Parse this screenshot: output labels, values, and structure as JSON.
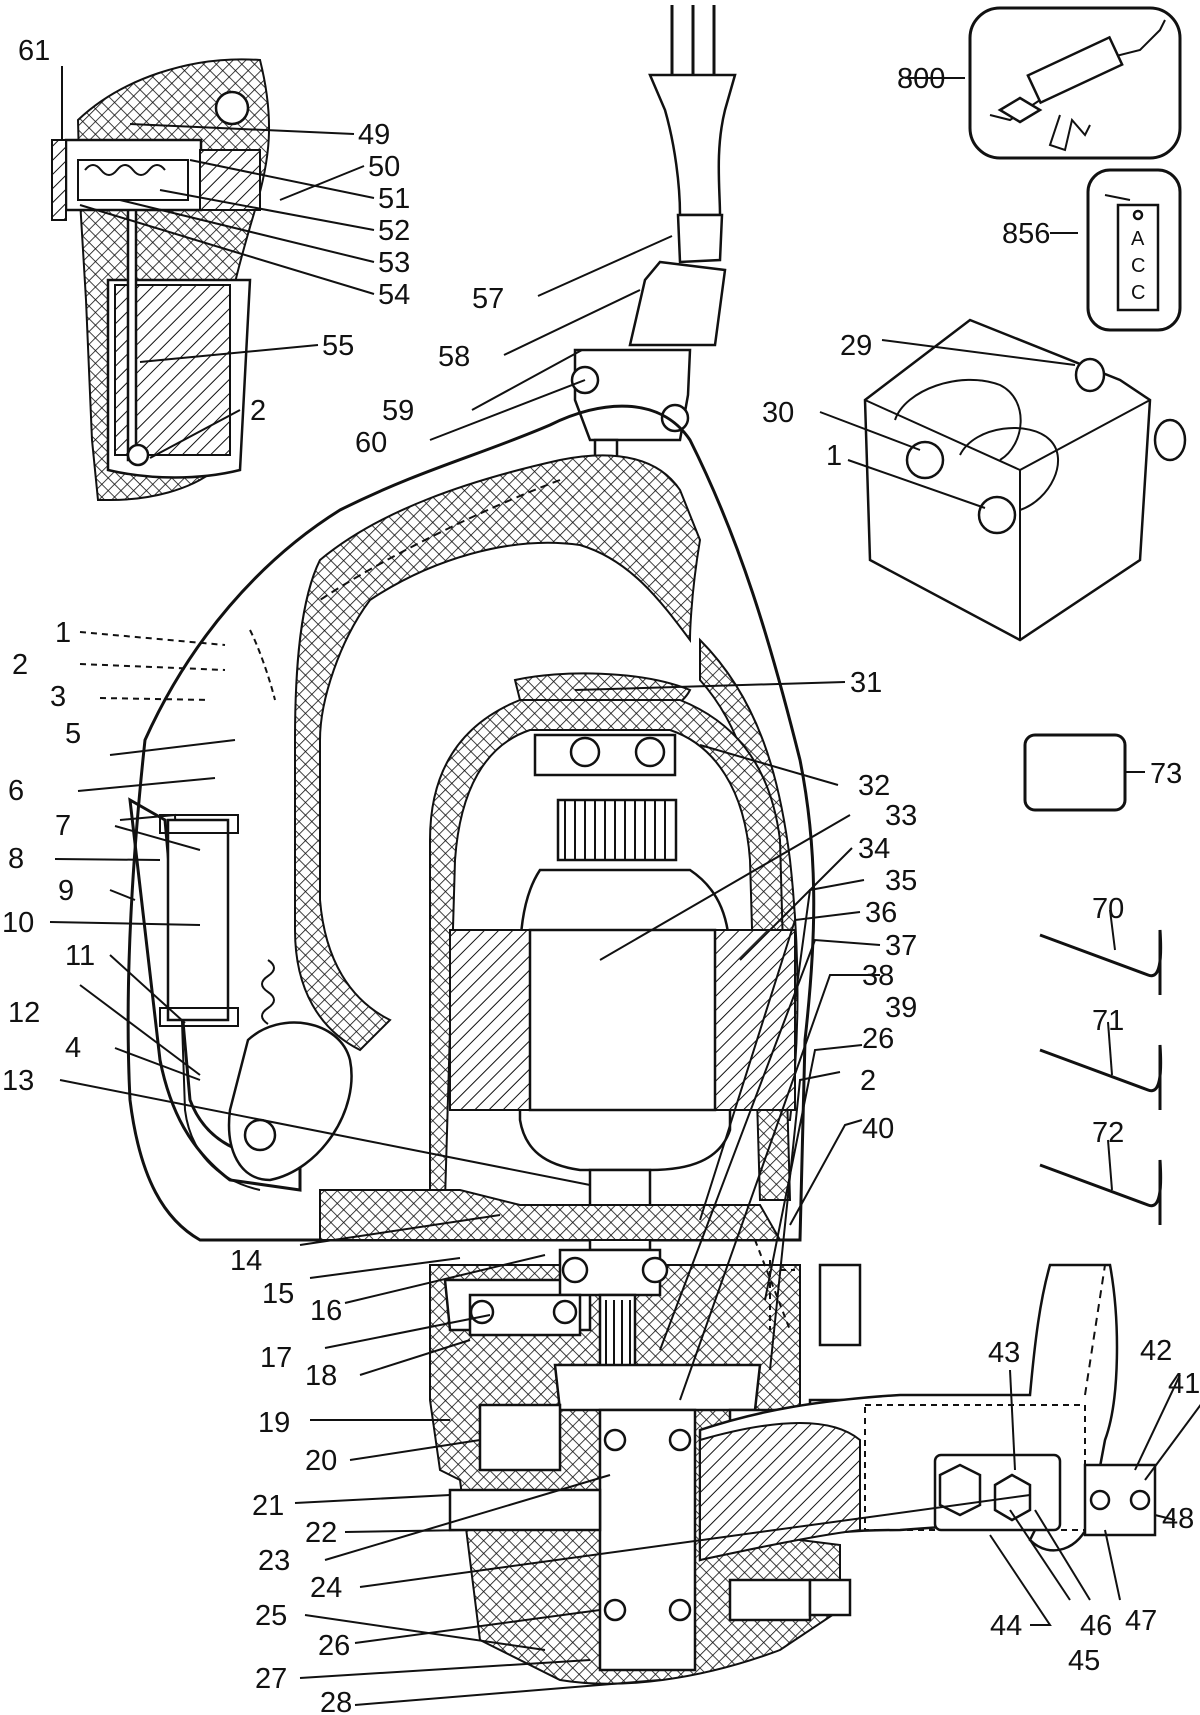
{
  "callouts": [
    {
      "id": "61",
      "text": "61"
    },
    {
      "id": "49",
      "text": "49"
    },
    {
      "id": "50",
      "text": "50"
    },
    {
      "id": "51",
      "text": "51"
    },
    {
      "id": "52",
      "text": "52"
    },
    {
      "id": "53",
      "text": "53"
    },
    {
      "id": "54",
      "text": "54"
    },
    {
      "id": "55",
      "text": "55"
    },
    {
      "id": "2a",
      "text": "2"
    },
    {
      "id": "57",
      "text": "57"
    },
    {
      "id": "58",
      "text": "58"
    },
    {
      "id": "59",
      "text": "59"
    },
    {
      "id": "60",
      "text": "60"
    },
    {
      "id": "800",
      "text": "800"
    },
    {
      "id": "856",
      "text": "856"
    },
    {
      "id": "29",
      "text": "29"
    },
    {
      "id": "30",
      "text": "30"
    },
    {
      "id": "1a",
      "text": "1"
    },
    {
      "id": "1b",
      "text": "1"
    },
    {
      "id": "2b",
      "text": "2"
    },
    {
      "id": "3",
      "text": "3"
    },
    {
      "id": "5",
      "text": "5"
    },
    {
      "id": "6",
      "text": "6"
    },
    {
      "id": "7",
      "text": "7"
    },
    {
      "id": "8",
      "text": "8"
    },
    {
      "id": "9",
      "text": "9"
    },
    {
      "id": "10",
      "text": "10"
    },
    {
      "id": "11",
      "text": "11"
    },
    {
      "id": "12",
      "text": "12"
    },
    {
      "id": "4",
      "text": "4"
    },
    {
      "id": "13",
      "text": "13"
    },
    {
      "id": "31",
      "text": "31"
    },
    {
      "id": "32",
      "text": "32"
    },
    {
      "id": "33",
      "text": "33"
    },
    {
      "id": "34",
      "text": "34"
    },
    {
      "id": "35",
      "text": "35"
    },
    {
      "id": "36",
      "text": "36"
    },
    {
      "id": "37",
      "text": "37"
    },
    {
      "id": "38",
      "text": "38"
    },
    {
      "id": "39",
      "text": "39"
    },
    {
      "id": "26a",
      "text": "26"
    },
    {
      "id": "2c",
      "text": "2"
    },
    {
      "id": "40",
      "text": "40"
    },
    {
      "id": "73",
      "text": "73"
    },
    {
      "id": "70",
      "text": "70"
    },
    {
      "id": "71",
      "text": "71"
    },
    {
      "id": "72",
      "text": "72"
    },
    {
      "id": "14",
      "text": "14"
    },
    {
      "id": "15",
      "text": "15"
    },
    {
      "id": "16",
      "text": "16"
    },
    {
      "id": "17",
      "text": "17"
    },
    {
      "id": "18",
      "text": "18"
    },
    {
      "id": "19",
      "text": "19"
    },
    {
      "id": "20",
      "text": "20"
    },
    {
      "id": "21",
      "text": "21"
    },
    {
      "id": "22",
      "text": "22"
    },
    {
      "id": "23",
      "text": "23"
    },
    {
      "id": "24",
      "text": "24"
    },
    {
      "id": "25",
      "text": "25"
    },
    {
      "id": "26b",
      "text": "26"
    },
    {
      "id": "27",
      "text": "27"
    },
    {
      "id": "28",
      "text": "28"
    },
    {
      "id": "43",
      "text": "43"
    },
    {
      "id": "42",
      "text": "42"
    },
    {
      "id": "41",
      "text": "41"
    },
    {
      "id": "48",
      "text": "48"
    },
    {
      "id": "44",
      "text": "44"
    },
    {
      "id": "45",
      "text": "45"
    },
    {
      "id": "46",
      "text": "46"
    },
    {
      "id": "47",
      "text": "47"
    }
  ],
  "tag_letters": [
    "A",
    "C",
    "C"
  ],
  "colors": {
    "ink": "#111111",
    "paper": "#ffffff"
  }
}
